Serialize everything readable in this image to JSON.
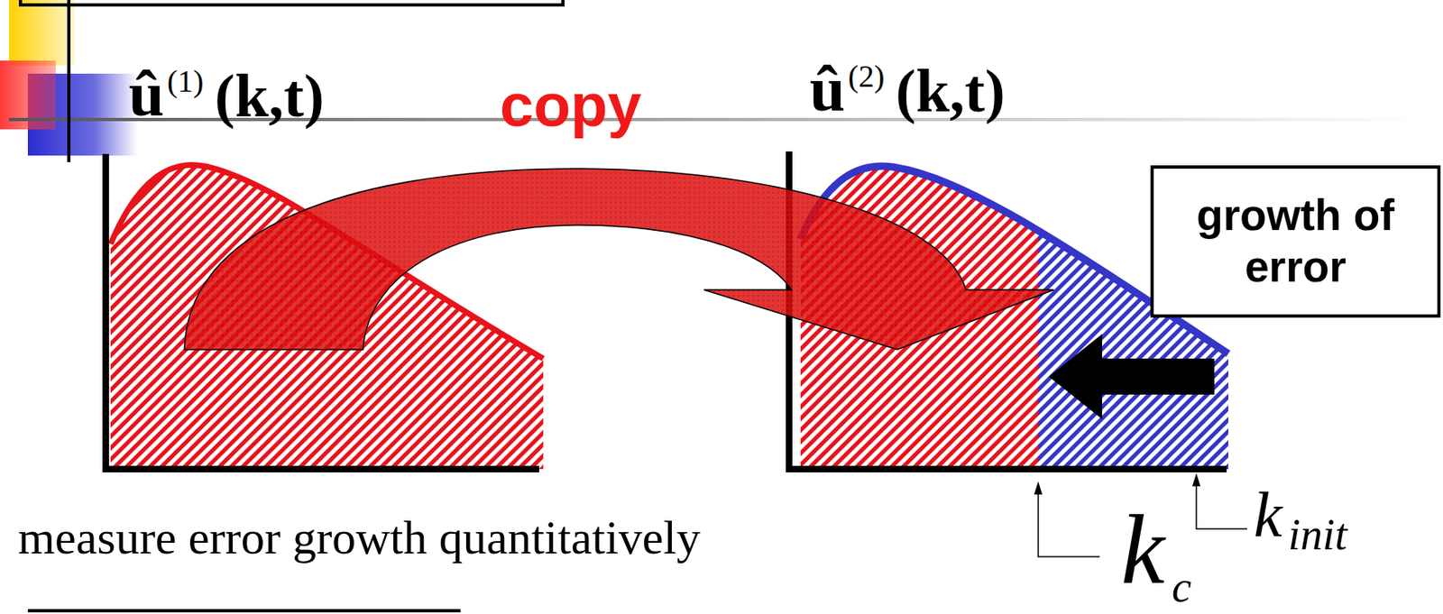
{
  "diagram": {
    "nodes": [
      {
        "text": [
          "growth of error"
        ]
      }
    ],
    "edges": [],
    "labels": [
      "û",
      "(1)",
      "(k,t)",
      "copy",
      "û",
      "(2)",
      "(k,t)",
      "measure error growth quantitatively",
      "k",
      "c",
      "k",
      "init"
    ]
  }
}
